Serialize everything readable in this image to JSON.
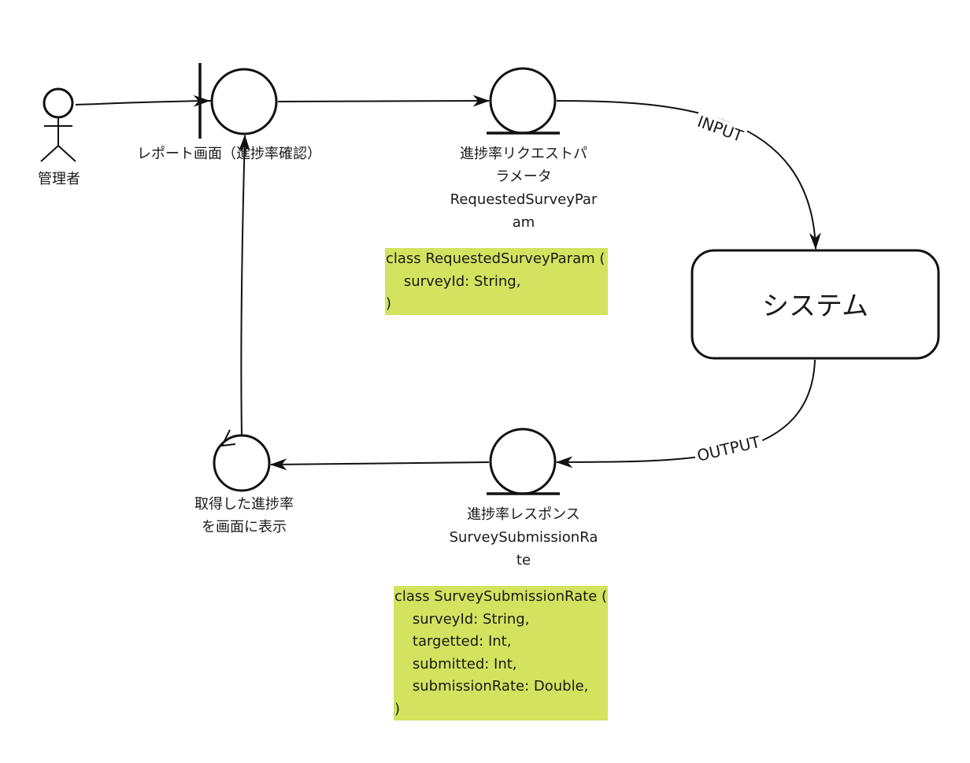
{
  "actor": {
    "label": "管理者"
  },
  "boundary": {
    "label": "レポート画面（進捗率確認）"
  },
  "request_entity": {
    "label": "進捗率リクエストパラメータRequestedSurveyParam",
    "line1": "進捗率リクエストパ",
    "line2": "ラメータ",
    "line3": "RequestedSurveyPar",
    "line4": "am"
  },
  "request_note": "class RequestedSurveyParam (\n    surveyId: String,\n)",
  "system": {
    "label": "システム"
  },
  "edges": {
    "input": "INPUT",
    "output": "OUTPUT"
  },
  "response_entity": {
    "line1": "進捗率レスポンス",
    "line2": "SurveySubmissionRa",
    "line3": "te"
  },
  "response_note": "class SurveySubmissionRate (\n    surveyId: String,\n    targetted: Int,\n    submitted: Int,\n    submissionRate: Double,\n)",
  "control": {
    "line1": "取得した進捗率",
    "line2": "を画面に表示"
  },
  "colors": {
    "note_fill": "#d3e35f",
    "stroke": "#111111"
  }
}
